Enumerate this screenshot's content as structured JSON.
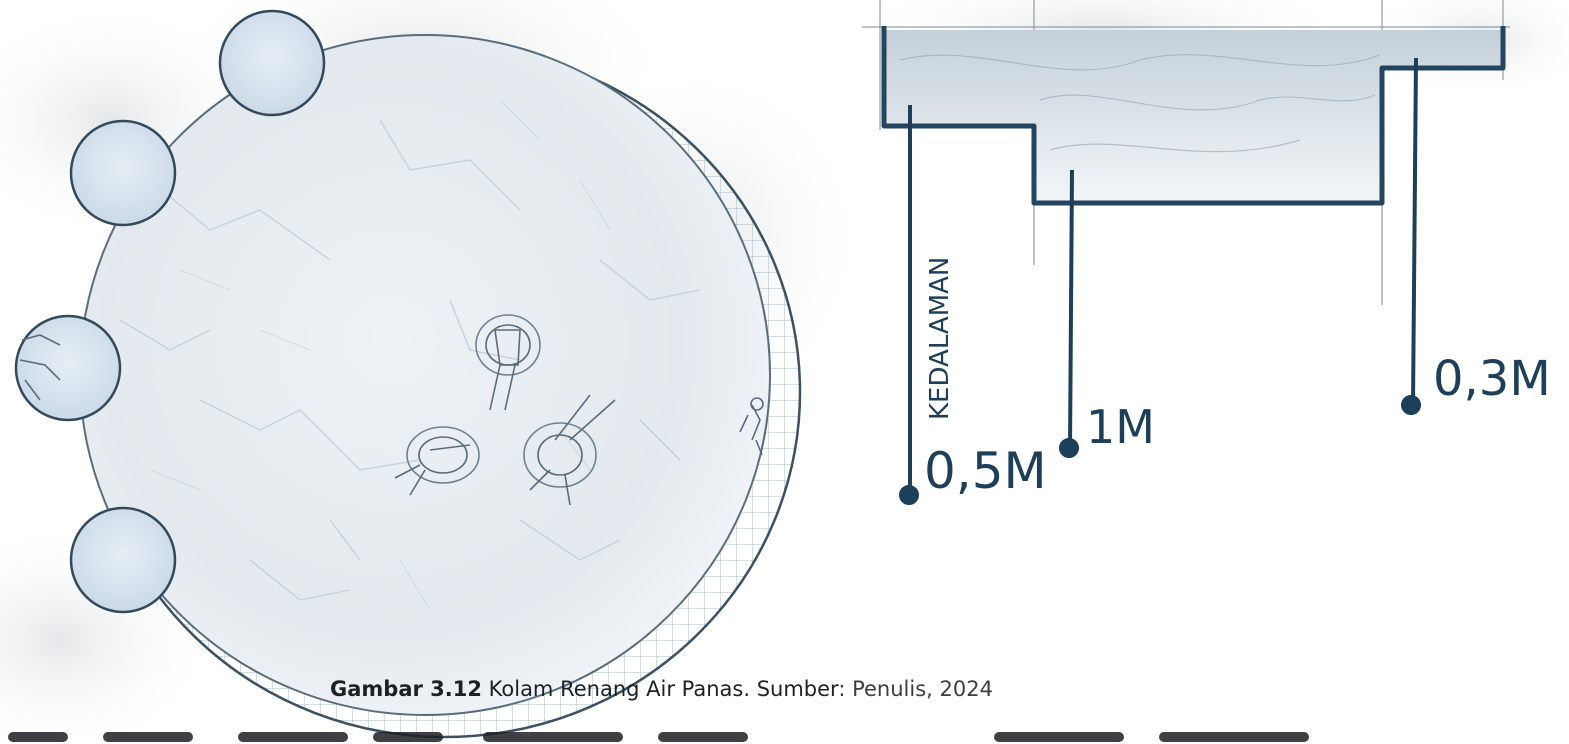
{
  "figure": {
    "depth_label": "KEDALAMAN",
    "depths": [
      {
        "label": "0,5M"
      },
      {
        "label": "1M"
      },
      {
        "label": "0,3M"
      }
    ],
    "colors": {
      "ink": "#1e3f5a",
      "water": "#c9d8e6",
      "outline": "#3c5163",
      "grid": "#a9b9c8"
    }
  },
  "caption": {
    "label": "Gambar 3.12",
    "title": " Kolam Renang Air Panas. ",
    "source_label": "Sumber",
    "source_value": ": Penulis, 2024"
  }
}
